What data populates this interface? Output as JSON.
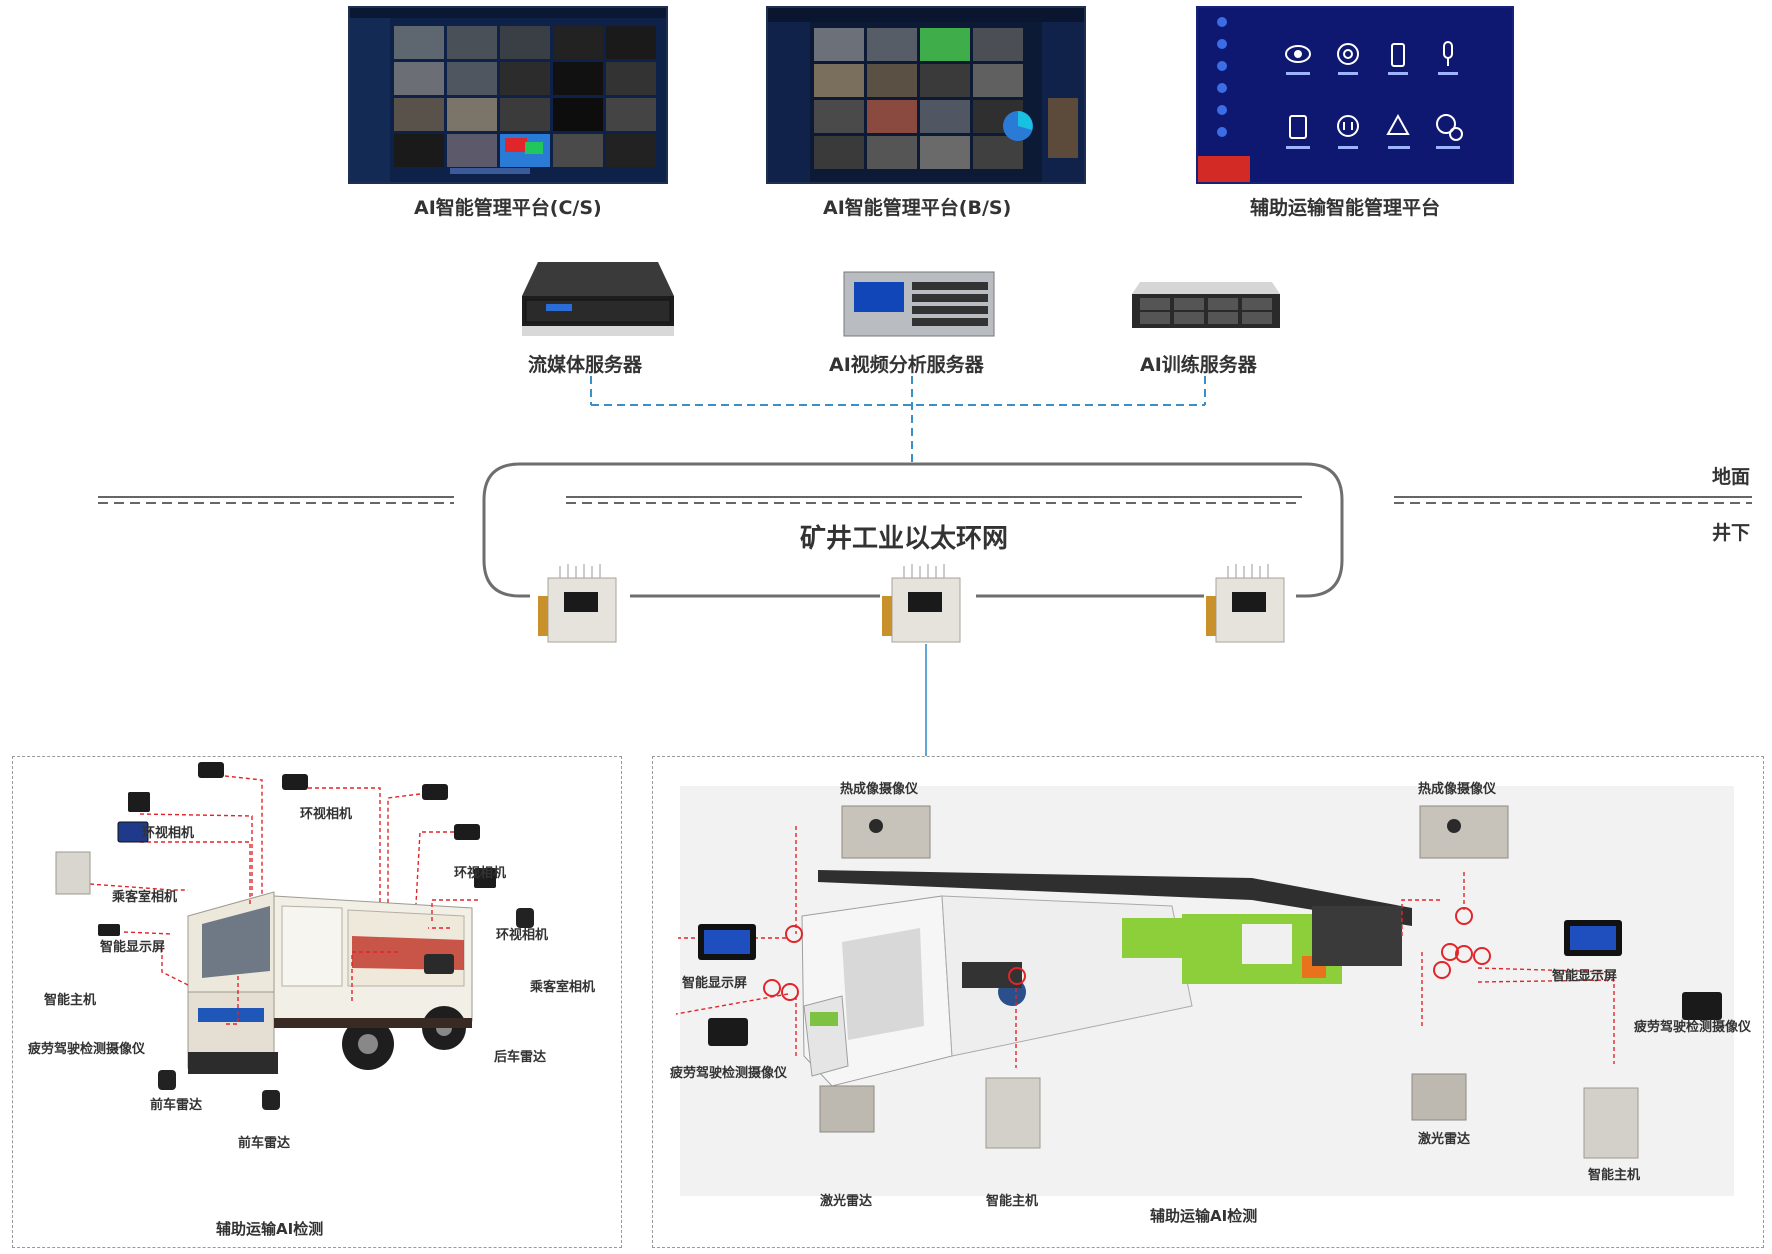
{
  "platforms": {
    "cs_label": "AI智能管理平台(C/S)",
    "bs_label": "AI智能管理平台(B/S)",
    "aux_label": "辅助运输智能管理平台"
  },
  "servers": {
    "streaming": "流媒体服务器",
    "analysis": "AI视频分析服务器",
    "training": "AI训练服务器"
  },
  "network": {
    "ring_label": "矿井工业以太环网",
    "surface": "地面",
    "underground": "井下"
  },
  "truck_panel": {
    "title": "辅助运输AI检测",
    "labels": {
      "cam1": "环视相机",
      "cam2": "环视相机",
      "cam3": "环视相机",
      "cam4": "环视相机",
      "cabin_cam1": "乘客室相机",
      "cabin_cam2": "乘客室相机",
      "display": "智能显示屏",
      "host": "智能主机",
      "fatigue": "疲劳驾驶检测摄像仪",
      "front_radar1": "前车雷达",
      "front_radar2": "前车雷达",
      "rear_radar": "后车雷达"
    }
  },
  "monorail_panel": {
    "title": "辅助运输AI检测",
    "labels": {
      "thermal_left": "热成像摄像仪",
      "thermal_right": "热成像摄像仪",
      "display_left": "智能显示屏",
      "display_right": "智能显示屏",
      "fatigue_left": "疲劳驾驶检测摄像仪",
      "fatigue_right": "疲劳驾驶检测摄像仪",
      "lidar_left": "激光雷达",
      "lidar_right": "激光雷达",
      "host_left": "智能主机",
      "host_right": "智能主机"
    }
  },
  "colors": {
    "dash_blue": "#3a8fc7",
    "red_arrow": "#e0262b",
    "ring_gray": "#6e6e6e"
  }
}
